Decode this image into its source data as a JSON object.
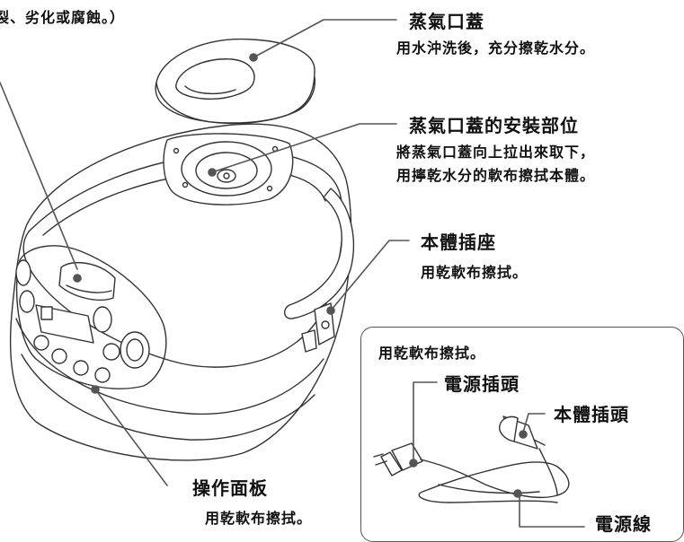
{
  "top_note": "裂、劣化或腐蝕。）",
  "steam_cap": {
    "title": "蒸氣口蓋",
    "desc": "用水沖洗後，充分擦乾水分。"
  },
  "steam_cap_mount": {
    "title": "蒸氣口蓋的安裝部位",
    "desc_line1": "將蒸氣口蓋向上拉出來取下，",
    "desc_line2": "用擰乾水分的軟布擦拭本體。"
  },
  "body_socket": {
    "title": "本體插座",
    "desc": "用乾軟布擦拭。"
  },
  "control_panel": {
    "title": "操作面板",
    "desc": "用乾軟布擦拭。"
  },
  "cord_box": {
    "desc": "用乾軟布擦拭。",
    "power_plug": "電源插頭",
    "appliance_plug": "本體插頭",
    "power_cord": "電源線"
  }
}
